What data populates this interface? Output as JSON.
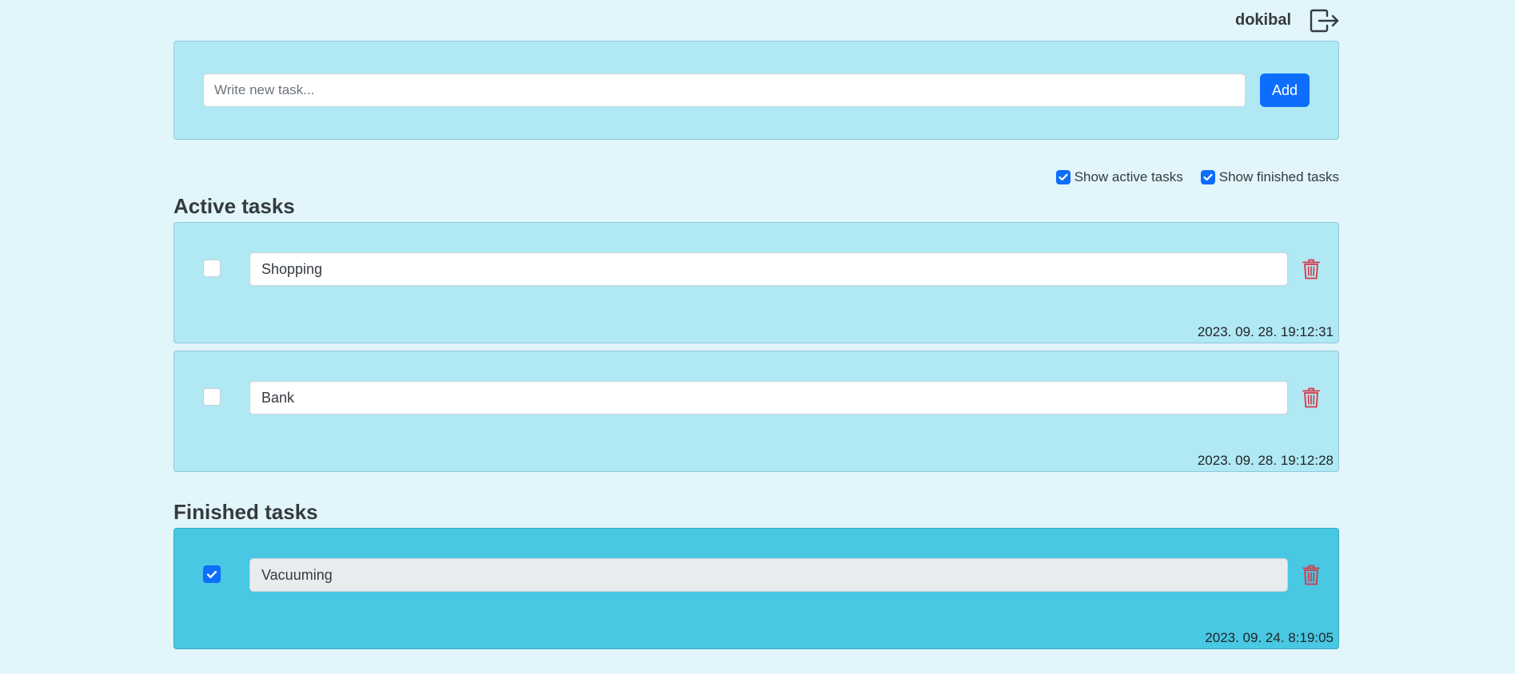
{
  "header": {
    "username": "dokibal",
    "logout_icon": "logout-icon"
  },
  "new_task": {
    "placeholder": "Write new task...",
    "value": "",
    "add_label": "Add"
  },
  "filters": {
    "show_active": {
      "label": "Show active tasks",
      "checked": true
    },
    "show_finished": {
      "label": "Show finished tasks",
      "checked": true
    }
  },
  "active_section": {
    "title": "Active tasks",
    "tasks": [
      {
        "text": "Shopping",
        "timestamp": "2023. 09. 28. 19:12:31",
        "done": false
      },
      {
        "text": "Bank",
        "timestamp": "2023. 09. 28. 19:12:28",
        "done": false
      }
    ]
  },
  "finished_section": {
    "title": "Finished tasks",
    "tasks": [
      {
        "text": "Vacuuming",
        "timestamp": "2023. 09. 24. 8:19:05",
        "done": true
      }
    ]
  },
  "colors": {
    "page_bg": "#e1f5fa",
    "active_card_bg": "#b0e8f3",
    "finished_card_bg": "#48c8e2",
    "primary": "#0d6efd",
    "danger": "#dc3545"
  }
}
